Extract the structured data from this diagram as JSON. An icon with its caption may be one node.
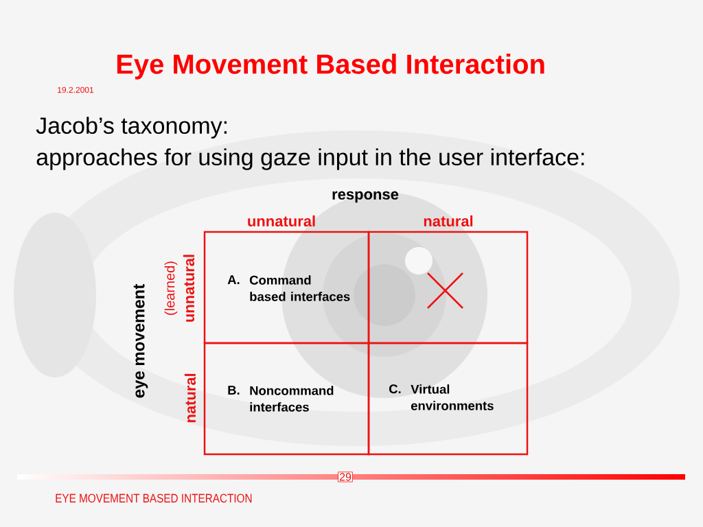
{
  "diagram": {
    "title": "Eye Movement Based Interaction",
    "nodes": [
      {
        "text": [
          "A.",
          "Command based interfaces"
        ]
      },
      {
        "text": [],
        "shape": "box"
      },
      {
        "text": [
          "B.",
          "Noncommand interfaces"
        ]
      },
      {
        "text": [
          "C.",
          "Virtual environments"
        ]
      }
    ],
    "labels": [
      "19.2.2001",
      "Jacob’s taxonomy:",
      "approaches for using gaze input in the user interface:",
      "response",
      "unnatural",
      "natural",
      "eye movement",
      "(learned)",
      "unnatural",
      "natural",
      "29",
      "EYE MOVEMENT BASED INTERACTION"
    ]
  }
}
